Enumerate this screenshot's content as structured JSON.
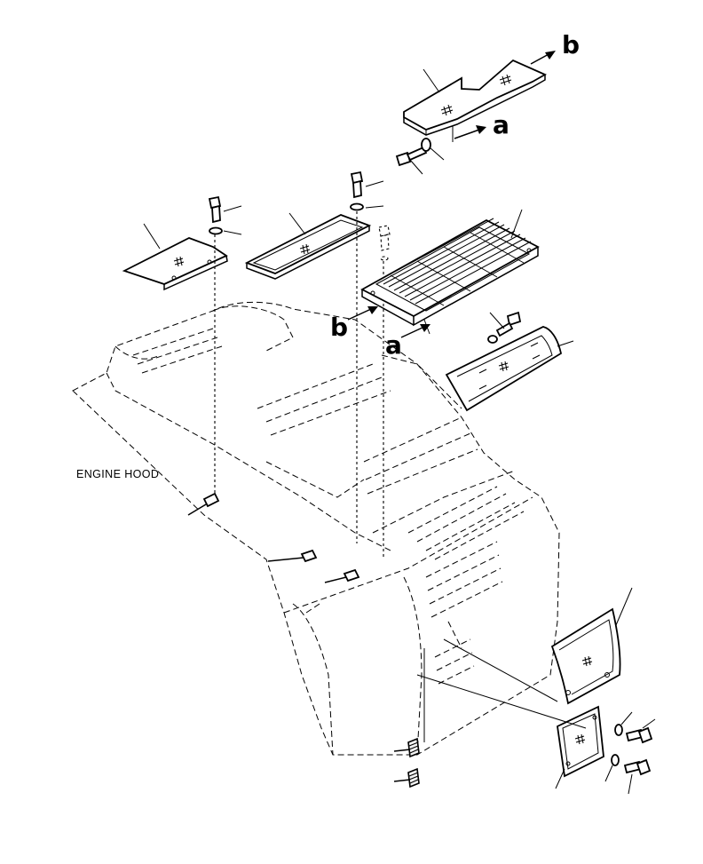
{
  "diagram": {
    "labels": {
      "engine_hood": "ENGINE HOOD",
      "arrow_a_top": "a",
      "arrow_b_top": "b",
      "arrow_a_mid": "a",
      "arrow_b_mid": "b"
    },
    "parts": [
      "top-cover-plate",
      "left-cover-plate",
      "center-cover-plate",
      "grille-cover",
      "curved-side-cover",
      "lower-right-panel",
      "small-cover-plate",
      "engine-hood-body",
      "bolt",
      "washer",
      "clip",
      "spring-nut"
    ]
  }
}
